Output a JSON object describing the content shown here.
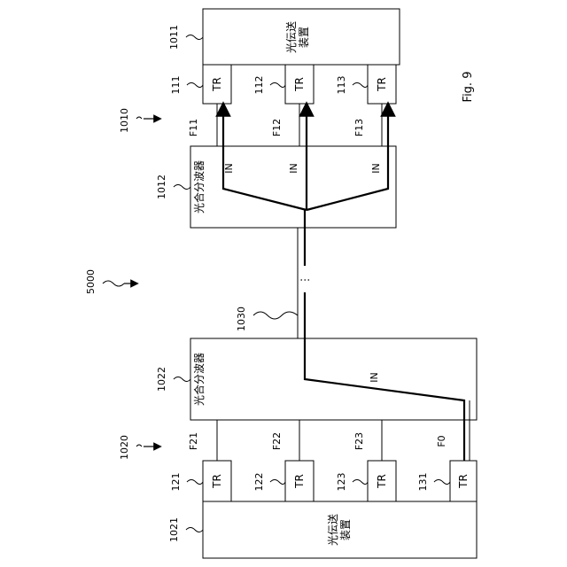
{
  "figure": {
    "fig_label": "Fig. 9",
    "system_ref": "5000"
  },
  "node_1010": {
    "ref": "1010",
    "device": {
      "ref": "1011",
      "text_line1": "光伝送",
      "text_line2": "装置"
    },
    "transceivers": [
      {
        "ref": "111",
        "label": "TR",
        "fiber": "F11",
        "port": "IN"
      },
      {
        "ref": "112",
        "label": "TR",
        "fiber": "F12",
        "port": "IN"
      },
      {
        "ref": "113",
        "label": "TR",
        "fiber": "F13",
        "port": "IN"
      }
    ],
    "coupler": {
      "ref": "1012",
      "text": "光合分波器"
    }
  },
  "trunk": {
    "ref": "1030",
    "ellipsis": "⋮"
  },
  "node_1020": {
    "ref": "1020",
    "coupler": {
      "ref": "1022",
      "text": "光合分波器",
      "port": "IN"
    },
    "transceivers": [
      {
        "ref": "121",
        "label": "TR",
        "fiber": "F21"
      },
      {
        "ref": "122",
        "label": "TR",
        "fiber": "F22"
      },
      {
        "ref": "123",
        "label": "TR",
        "fiber": "F23"
      },
      {
        "ref": "131",
        "label": "TR",
        "fiber": "F0"
      }
    ],
    "device": {
      "ref": "1021",
      "text_line1": "光伝送",
      "text_line2": "装置"
    }
  }
}
